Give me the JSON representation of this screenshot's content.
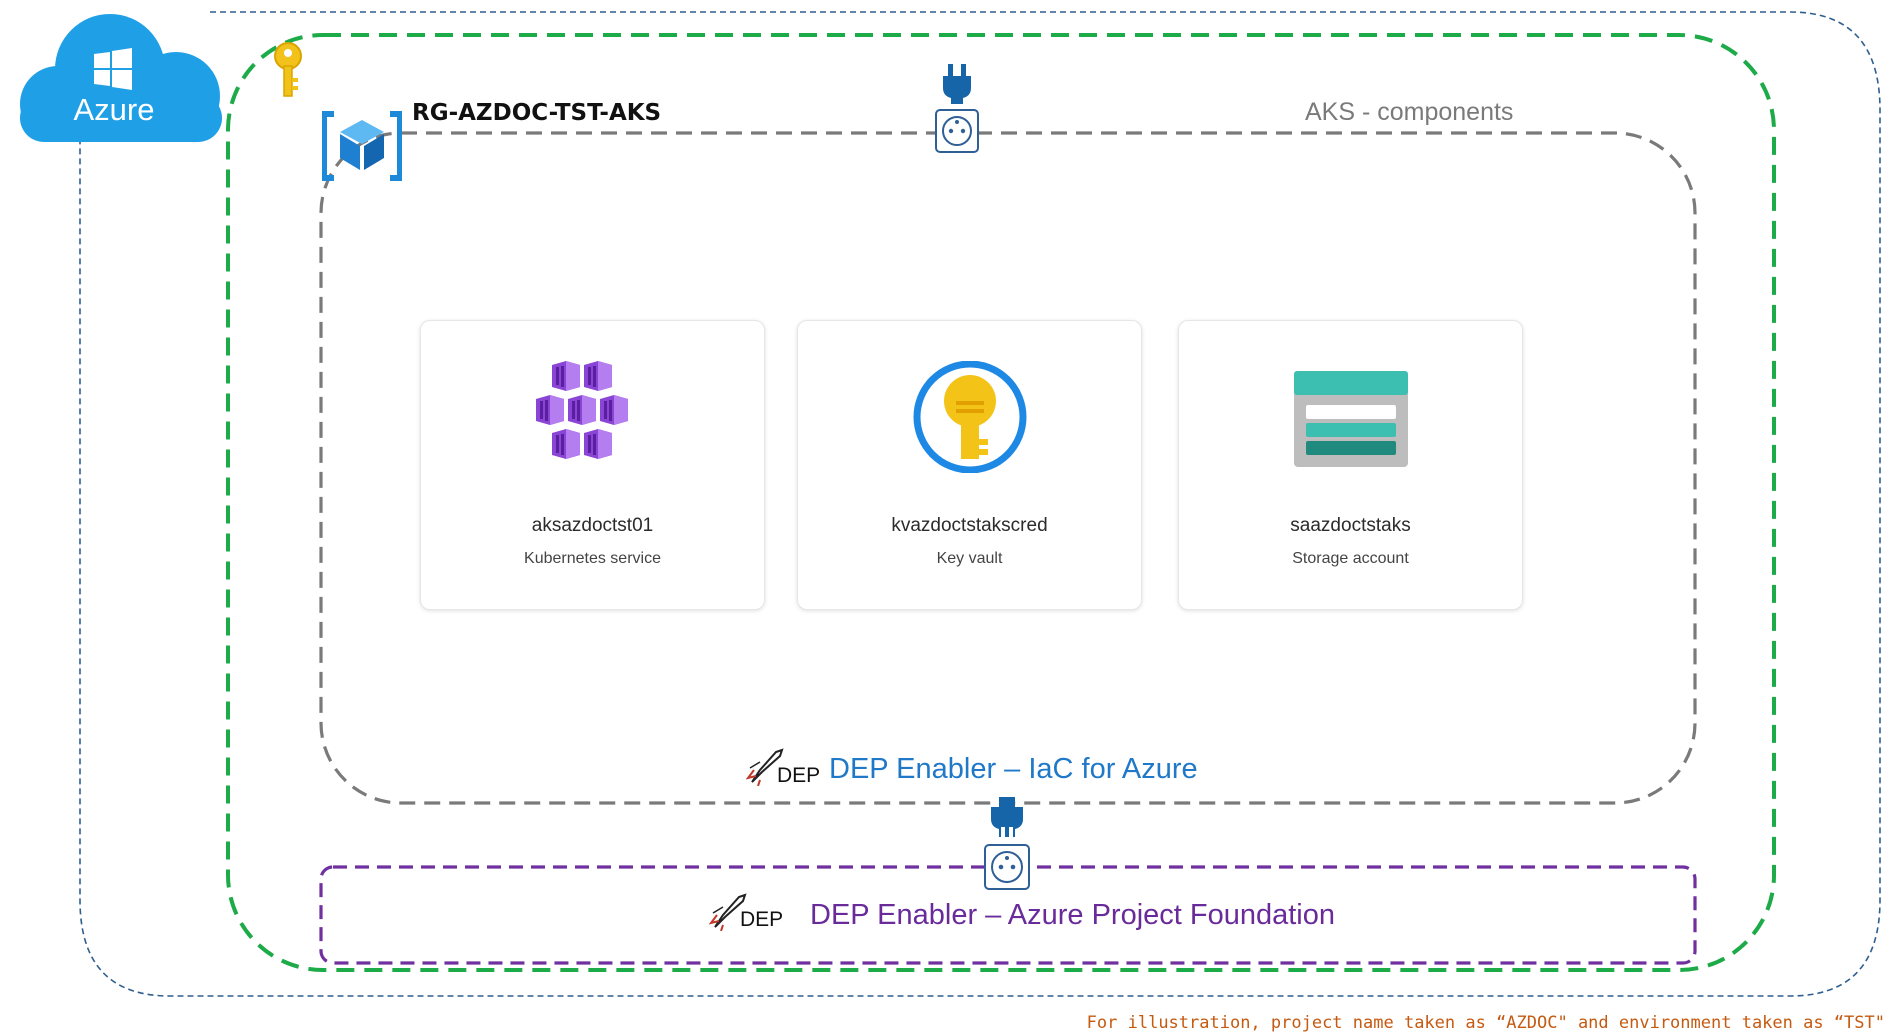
{
  "diagram": {
    "cloud_label": "Azure",
    "resource_group": "RG-AZDOC-TST-AKS",
    "aks_group_label": "AKS - components",
    "resources": [
      {
        "name": "aksazdoctst01",
        "type": "Kubernetes service",
        "icon": "kubernetes-icon"
      },
      {
        "name": "kvazdoctstakscred",
        "type": "Key vault",
        "icon": "key-vault-icon"
      },
      {
        "name": "saazdoctstaks",
        "type": "Storage account",
        "icon": "storage-account-icon"
      }
    ],
    "dep_iac": {
      "mark": "DEP",
      "label": "DEP Enabler – IaC for Azure"
    },
    "dep_foundation": {
      "mark": "DEP",
      "label": "DEP Enabler – Azure Project Foundation"
    },
    "footnote": "For illustration, project name taken as “AZDOC\" and environment taken as “TST\"",
    "colors": {
      "azure_blue": "#1fa0e6",
      "subscription_border": "#2f5f8f",
      "green_border": "#1daa48",
      "grey_border": "#7a7a7a",
      "purple_border": "#7030a0",
      "plug_blue": "#1565a8",
      "key_gold": "#f2c21b",
      "iac_text": "#1f78c8",
      "foundation_text": "#6a2b9a",
      "footnote_text": "#c55a11"
    }
  }
}
